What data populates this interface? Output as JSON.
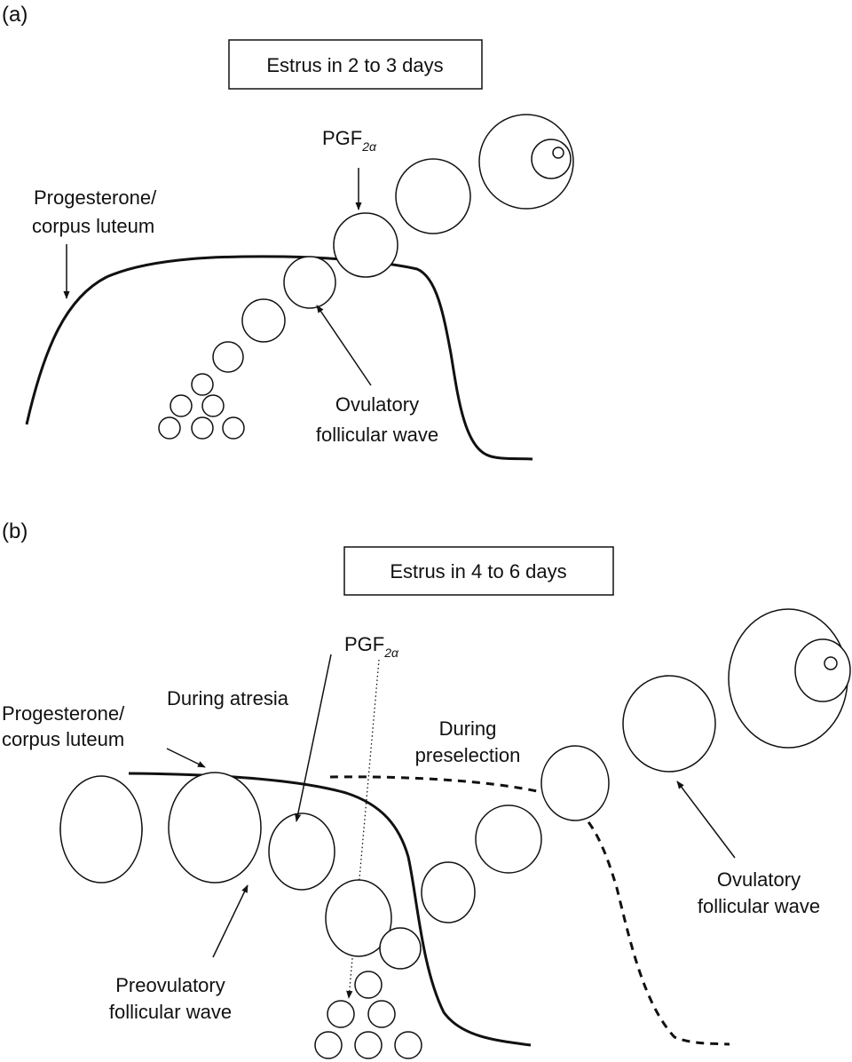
{
  "panel_a": {
    "tag": "(a)",
    "box_text": "Estrus in 2 to 3 days",
    "pgf_main": "PGF",
    "pgf_sub": "2α",
    "progesterone_line1": "Progesterone/",
    "progesterone_line2": "corpus luteum",
    "wave_line1": "Ovulatory",
    "wave_line2": "follicular wave"
  },
  "panel_b": {
    "tag": "(b)",
    "box_text": "Estrus in 4 to 6 days",
    "pgf_main": "PGF",
    "pgf_sub": "2α",
    "atresia": "During atresia",
    "progesterone_line1": "Progesterone/",
    "progesterone_line2": "corpus luteum",
    "preselection_line1": "During",
    "preselection_line2": "preselection",
    "ovulatory_line1": "Ovulatory",
    "ovulatory_line2": "follicular wave",
    "preovulatory_line1": "Preovulatory",
    "preovulatory_line2": "follicular wave"
  }
}
